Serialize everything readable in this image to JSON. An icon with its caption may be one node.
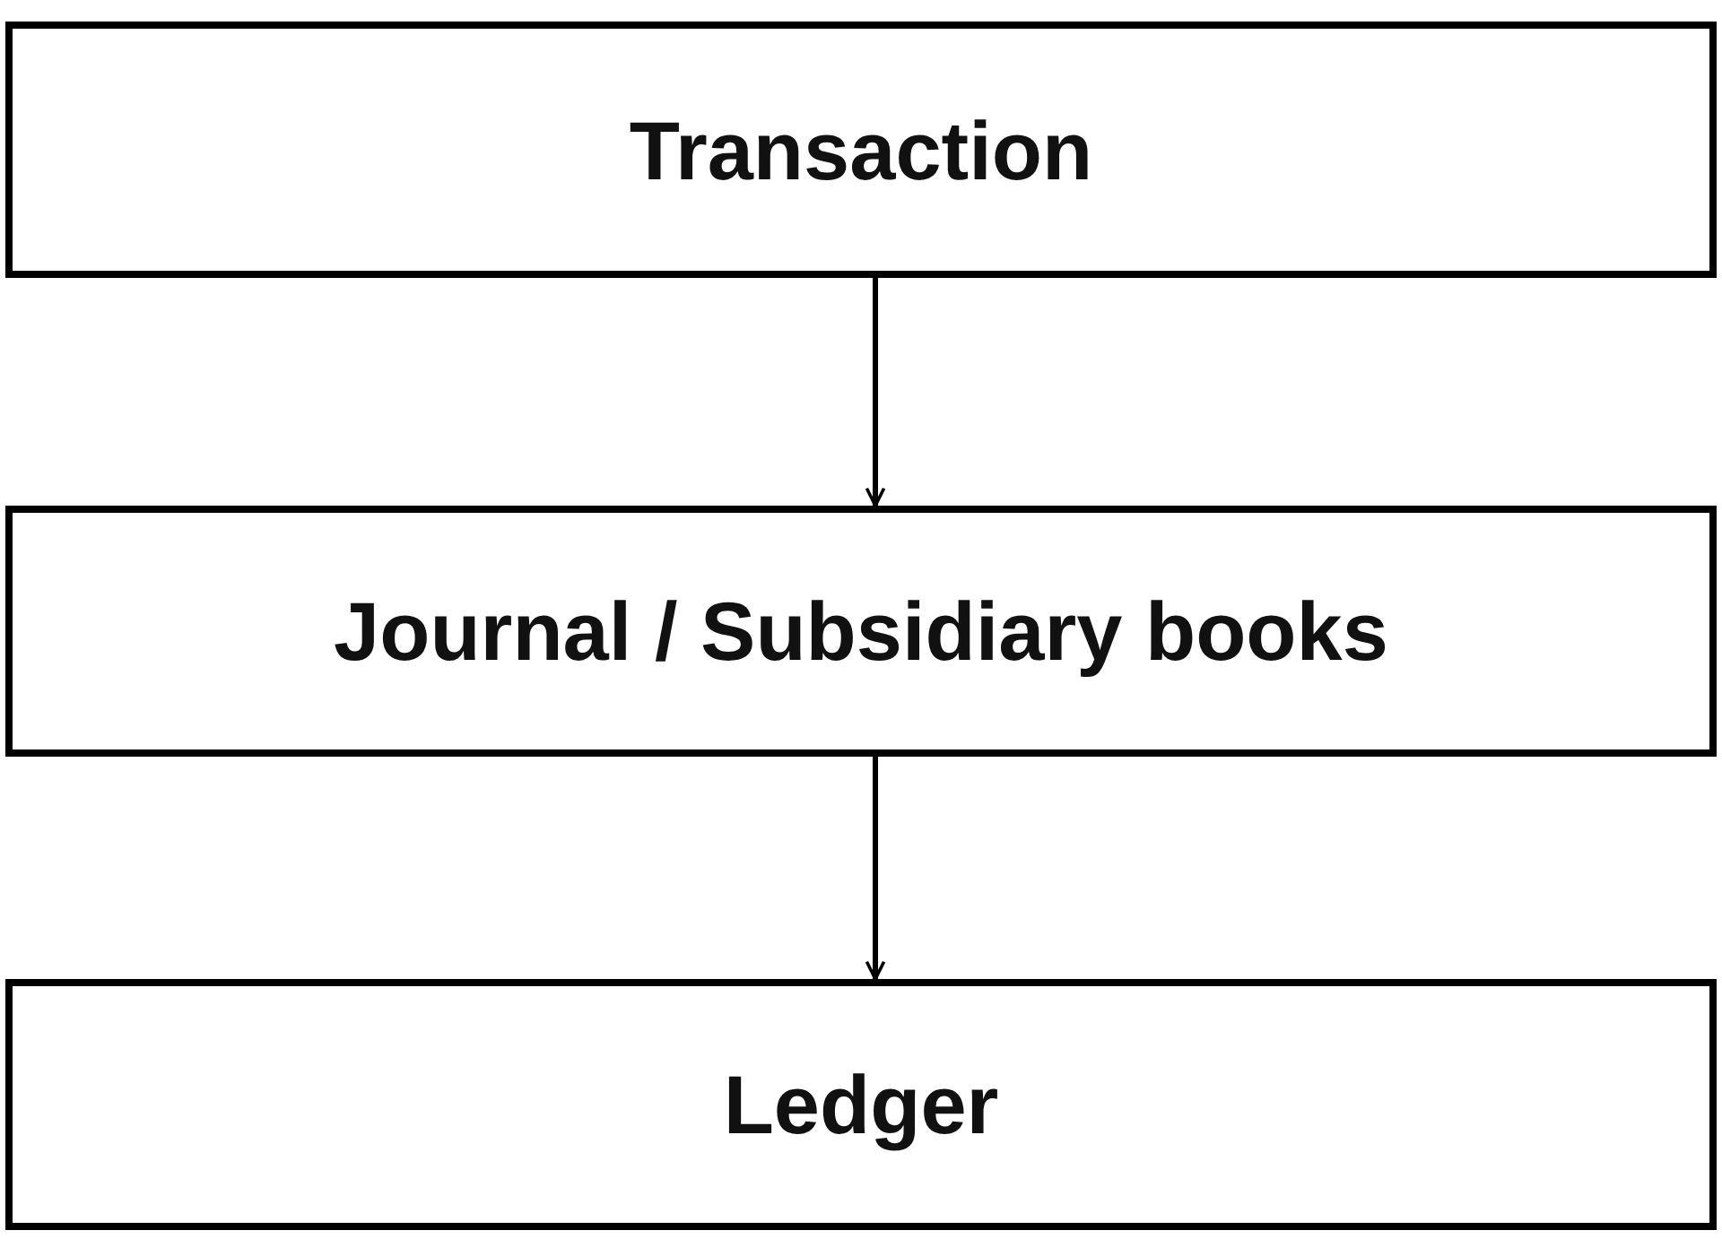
{
  "diagram": {
    "nodes": [
      {
        "text": [
          "Transaction"
        ]
      },
      {
        "text": [
          "Journal / Subsidiary books"
        ]
      },
      {
        "text": [
          "Ledger"
        ]
      }
    ],
    "edges": [
      {
        "from": 0,
        "to": 1,
        "arrow": "to"
      },
      {
        "from": 1,
        "to": 2,
        "arrow": "to"
      }
    ]
  }
}
